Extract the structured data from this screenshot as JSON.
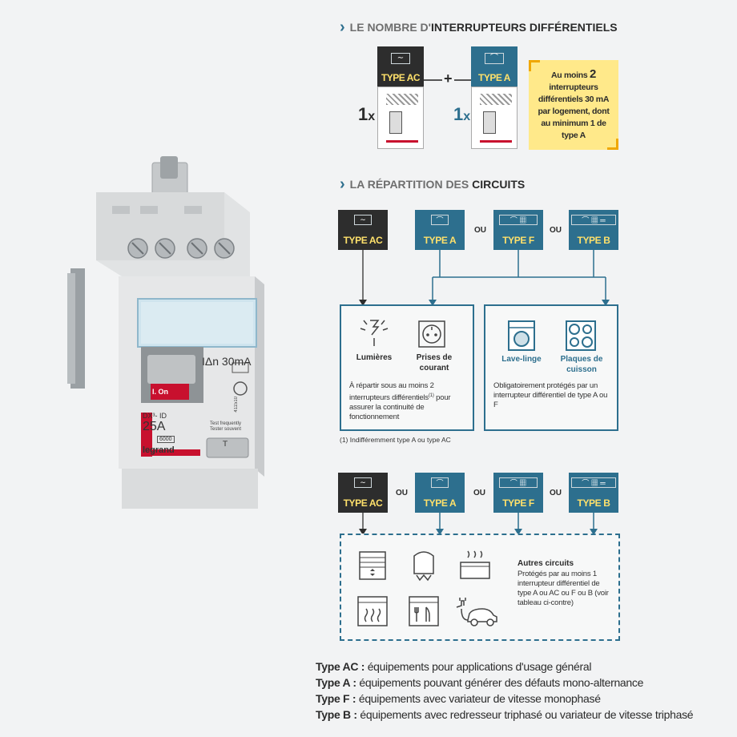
{
  "section1": {
    "heading_prefix": "LE NOMBRE D'",
    "heading_strong": "INTERRUPTEURS DIFFÉRENTIELS",
    "left_count": "1",
    "left_x": "x",
    "left_type": "TYPE AC",
    "plus": "+",
    "right_count": "1",
    "right_x": "x",
    "right_type": "TYPE A",
    "note_line1": "Au moins",
    "note_num": "2",
    "note_rest": "interrupteurs différentiels 30 mA par logement, dont au minimum 1 de type A"
  },
  "section2": {
    "heading_prefix": "LA RÉPARTITION DES",
    "heading_strong": "CIRCUITS",
    "types": [
      "TYPE AC",
      "TYPE A",
      "TYPE F",
      "TYPE B"
    ],
    "ou": "OU",
    "left_box": {
      "item1": "Lumières",
      "item2": "Prises de courant",
      "text": "À répartir sous au moins 2 interrupteurs différentiels",
      "sup": "(1)",
      "text2": "pour assurer la continuité de fonctionnement"
    },
    "right_box": {
      "item1": "Lave-linge",
      "item2": "Plaques de cuisson",
      "text": "Obligatoirement protégés par un interrupteur différentiel de type A ou F"
    },
    "footnote": "(1) Indifféremment type A ou type AC"
  },
  "section3": {
    "types": [
      "TYPE AC",
      "TYPE A",
      "TYPE F",
      "TYPE B"
    ],
    "ou": "OU",
    "title": "Autres circuits",
    "text": "Protégés par au moins 1 interrupteur différentiel de type A ou AC ou F ou B (voir tableau ci-contre)"
  },
  "legend": [
    {
      "term": "Type AC :",
      "desc": "équipements pour applications d'usage général"
    },
    {
      "term": "Type A :",
      "desc": "équipements pouvant générer des défauts mono-alternance"
    },
    {
      "term": "Type F :",
      "desc": "équipements avec variateur de vitesse monophasé"
    },
    {
      "term": "Type B :",
      "desc": "équipements avec redresseur triphasé ou variateur de vitesse triphasé"
    }
  ],
  "product": {
    "brand": "legrand",
    "model": "DX³- ID",
    "rating": "25A",
    "sensitivity": "IΔn 30mA",
    "on_label": "I. On",
    "test_text": "Test frequently Tester souvent",
    "capacity": "6000",
    "ref": "411510",
    "test_btn": "T"
  },
  "colors": {
    "blue": "#2d6f8e",
    "dark": "#2d2d2d",
    "yellow": "#ffe16b",
    "note_bg": "#ffe98a",
    "accent": "#f0a800"
  }
}
